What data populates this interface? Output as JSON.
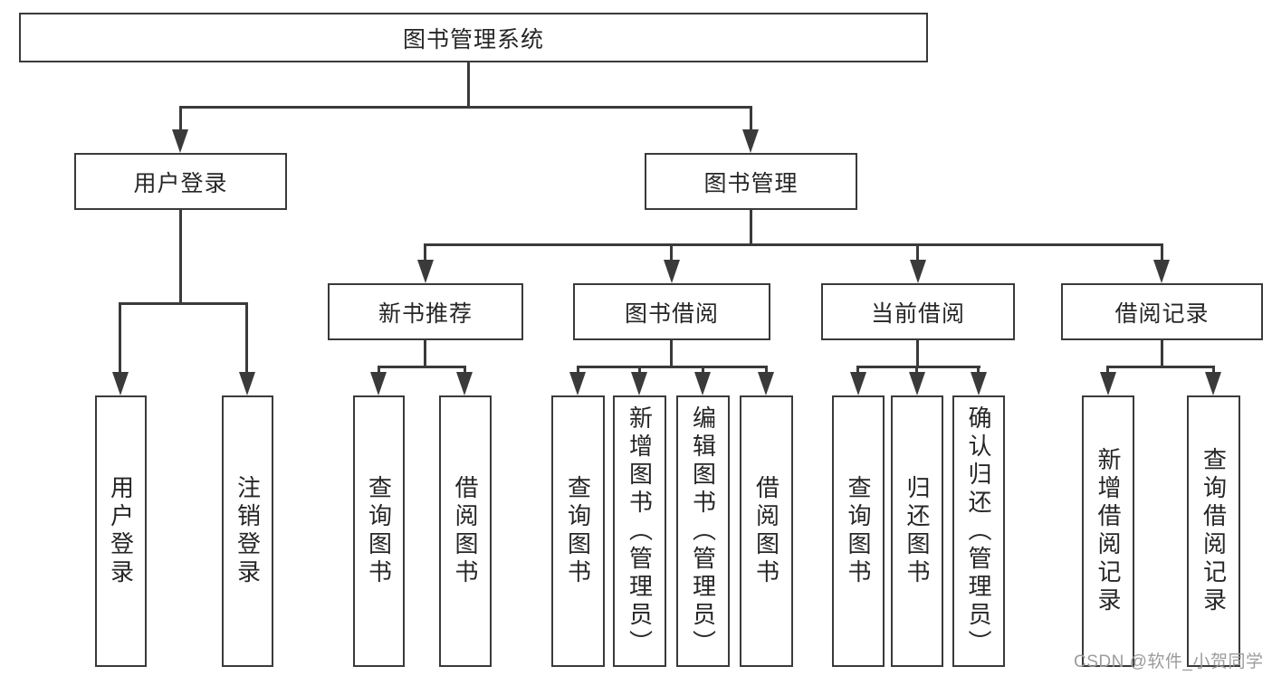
{
  "colors": {
    "line": "#3a3a3a",
    "text": "#262626",
    "watermark": "#9c9c9c",
    "bg": "#ffffff"
  },
  "watermark": "CSDN @软件_小贺同学",
  "tree": {
    "label": "图书管理系统",
    "children": [
      {
        "label": "用户登录",
        "children": [
          {
            "label": "用户登录"
          },
          {
            "label": "注销登录"
          }
        ]
      },
      {
        "label": "图书管理",
        "children": [
          {
            "label": "新书推荐",
            "children": [
              {
                "label": "查询图书"
              },
              {
                "label": "借阅图书"
              }
            ]
          },
          {
            "label": "图书借阅",
            "children": [
              {
                "label": "查询图书"
              },
              {
                "label": "新增图书（管理员）"
              },
              {
                "label": "编辑图书（管理员）"
              },
              {
                "label": "借阅图书"
              }
            ]
          },
          {
            "label": "当前借阅",
            "children": [
              {
                "label": "查询图书"
              },
              {
                "label": "归还图书"
              },
              {
                "label": "确认归还（管理员）"
              }
            ]
          },
          {
            "label": "借阅记录",
            "children": [
              {
                "label": "新增借阅记录"
              },
              {
                "label": "查询借阅记录"
              }
            ]
          }
        ]
      }
    ]
  }
}
